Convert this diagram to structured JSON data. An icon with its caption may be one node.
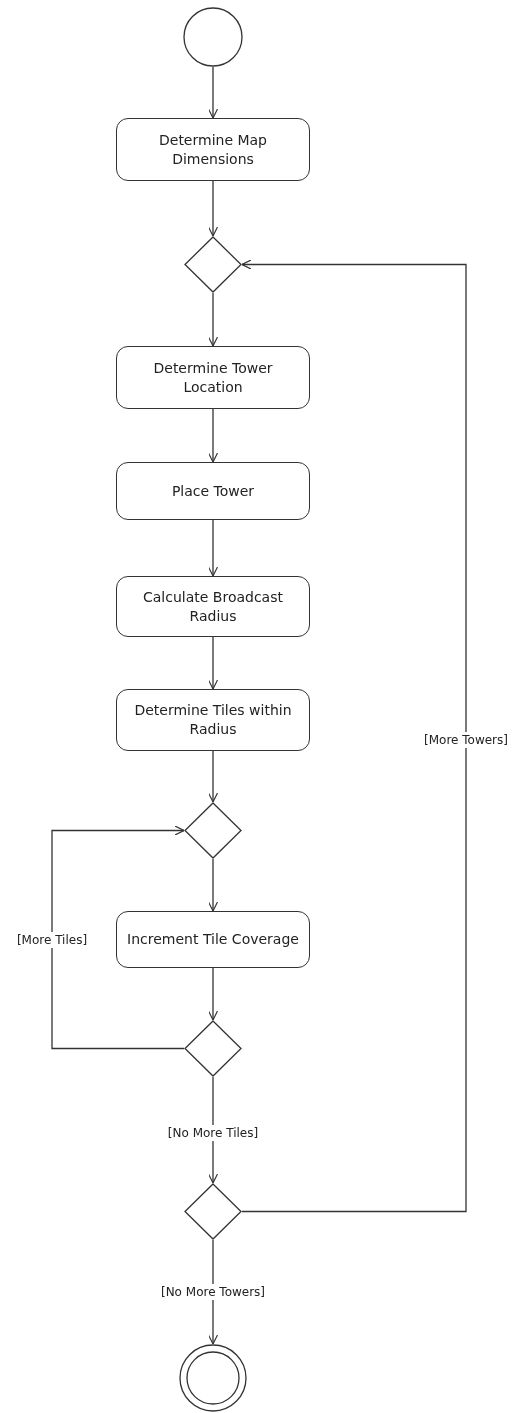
{
  "diagram": {
    "nodes": [
      {
        "text": [],
        "shape": "circle"
      },
      {
        "text": [
          "Determine Map Dimensions"
        ]
      },
      {
        "text": [],
        "shape": "diamond"
      },
      {
        "text": [
          "Determine Tower Location"
        ]
      },
      {
        "text": [
          "Place Tower"
        ]
      },
      {
        "text": [
          "Calculate Broadcast Radius"
        ]
      },
      {
        "text": [
          "Determine Tiles within Radius"
        ]
      },
      {
        "text": [],
        "shape": "diamond"
      },
      {
        "text": [
          "Increment Tile Coverage"
        ]
      },
      {
        "text": [],
        "shape": "diamond"
      },
      {
        "text": [],
        "shape": "diamond"
      },
      {
        "text": [],
        "shape": "double-circle"
      }
    ],
    "edges": [
      {
        "from": 0,
        "to": 1,
        "arrow": "to"
      },
      {
        "from": 1,
        "to": 2,
        "arrow": "to"
      },
      {
        "from": 2,
        "to": 3,
        "arrow": "to"
      },
      {
        "from": 3,
        "to": 4,
        "arrow": "to"
      },
      {
        "from": 4,
        "to": 5,
        "arrow": "to"
      },
      {
        "from": 5,
        "to": 6,
        "arrow": "to"
      },
      {
        "from": 6,
        "to": 7,
        "arrow": "to"
      },
      {
        "from": 7,
        "to": 8,
        "arrow": "to"
      },
      {
        "from": 8,
        "to": 9,
        "arrow": "to"
      },
      {
        "from": 9,
        "to": 7,
        "arrow": "to",
        "label": "[More Tiles]"
      },
      {
        "from": 9,
        "to": 10,
        "arrow": "to",
        "label": "[No More Tiles]"
      },
      {
        "from": 10,
        "to": 2,
        "arrow": "to",
        "label": "[More Towers]"
      },
      {
        "from": 10,
        "to": 11,
        "arrow": "to",
        "label": "[No More Towers]"
      }
    ]
  }
}
